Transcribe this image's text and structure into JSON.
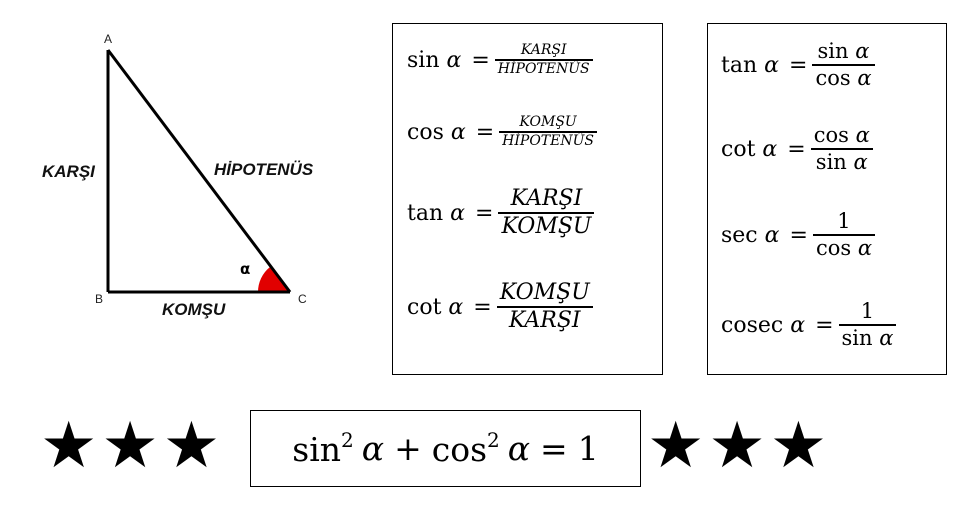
{
  "diagram": {
    "vertices": {
      "a": "A",
      "b": "B",
      "c": "C"
    },
    "angle_symbol": "α",
    "sides": {
      "opposite": "KARŞI",
      "hypotenuse": "HİPOTENÜS",
      "adjacent": "KOMŞU"
    },
    "colors": {
      "angle_fill": "#e10000",
      "lines": "#000000"
    }
  },
  "box_ratios": {
    "rows": [
      {
        "fn": "sin",
        "var": "α",
        "eq": "=",
        "num": "KARŞI",
        "den": "HİPOTENÜS"
      },
      {
        "fn": "cos",
        "var": "α",
        "eq": "=",
        "num": "KOMŞU",
        "den": "HİPOTENÜS"
      },
      {
        "fn": "tan",
        "var": "α",
        "eq": "=",
        "num": "KARŞI",
        "den": "KOMŞU"
      },
      {
        "fn": "cot",
        "var": "α",
        "eq": "=",
        "num": "KOMŞU",
        "den": "KARŞI"
      }
    ]
  },
  "box_identities": {
    "rows": [
      {
        "fn": "tan",
        "var": "α",
        "eq": "=",
        "num_fn": "sin",
        "num_var": "α",
        "den_fn": "cos",
        "den_var": "α"
      },
      {
        "fn": "cot",
        "var": "α",
        "eq": "=",
        "num_fn": "cos",
        "num_var": "α",
        "den_fn": "sin",
        "den_var": "α"
      },
      {
        "fn": "sec",
        "var": "α",
        "eq": "=",
        "num_fn": "1",
        "num_var": "",
        "den_fn": "cos",
        "den_var": "α"
      },
      {
        "fn": "cosec",
        "var": "α",
        "eq": "=",
        "num_fn": "1",
        "num_var": "",
        "den_fn": "sin",
        "den_var": "α"
      }
    ]
  },
  "identity": {
    "sin": "sin",
    "sin_exp": "2",
    "var1": "α",
    "plus": "+",
    "cos": "cos",
    "cos_exp": "2",
    "var2": "α",
    "eq": "=",
    "rhs": "1"
  },
  "stars": {
    "left": "★★★",
    "right": "★★★"
  }
}
